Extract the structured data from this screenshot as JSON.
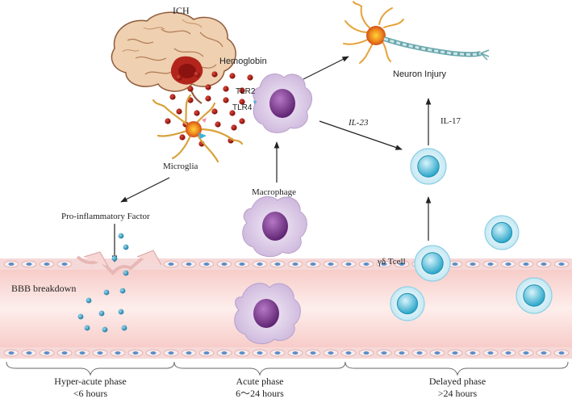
{
  "labels": {
    "ich": "ICH",
    "hemoglobin": "Hemoglobin",
    "tlr2": "TLR2",
    "tlr4": "TLR4",
    "microglia": "Microglia",
    "neuron_injury": "Neuron Injury",
    "il23": "IL-23",
    "il17": "IL-17",
    "macrophage": "Macrophage",
    "pro_inflammatory": "Pro-inflammatory Factor",
    "bbb": "BBB breakdown",
    "gd_tcell": "γδ Tcell"
  },
  "phases": [
    {
      "name": "Hyper-acute phase",
      "time": "<6 hours"
    },
    {
      "name": "Acute phase",
      "time": "6～24 hours"
    },
    {
      "name": "Delayed phase",
      "time": ">24 hours"
    }
  ],
  "colors": {
    "vessel_wall": "#f7cfcf",
    "vessel_lumen": "#fbe4e1",
    "hemoglobin_dot": "#a3150f",
    "factor_dot": "#2b8fb5",
    "macrophage_body": "#e6d8ee",
    "macrophage_nucleus": "#7d3b8e",
    "tcell_body": "#d7f0f7",
    "tcell_nucleus": "#2aa6c9",
    "microglia": "#e0a93a",
    "brain": "#e8c7a8"
  },
  "icons": {
    "brain": "brain-icon",
    "neuron": "neuron-icon",
    "microglia": "microglia-icon",
    "macrophage": "macrophage-icon",
    "tcell": "t-cell-icon",
    "vessel": "blood-vessel-icon"
  }
}
